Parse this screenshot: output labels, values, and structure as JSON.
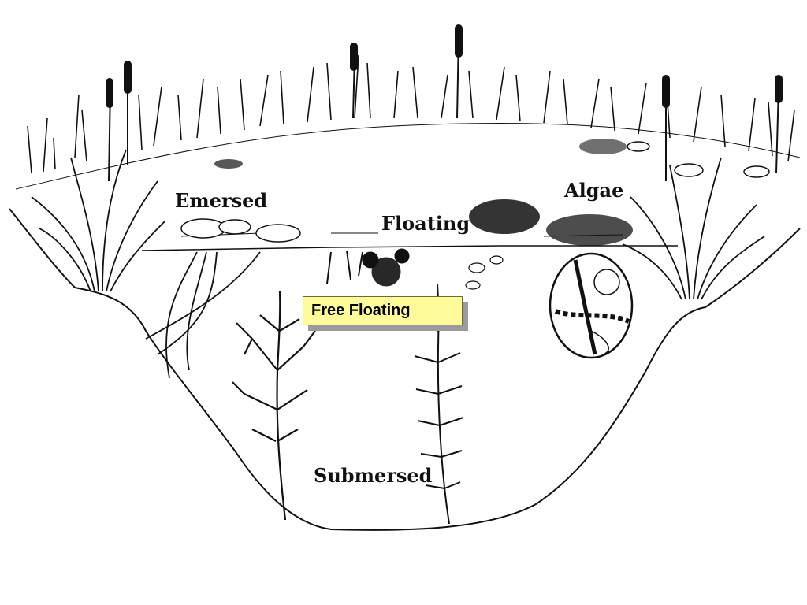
{
  "diagram": {
    "labels": {
      "emersed": "Emersed",
      "floating": "Floating",
      "algae": "Algae",
      "submersed": "Submersed"
    },
    "callout": "Free Floating"
  },
  "colors": {
    "ink": "#111111",
    "callout_fill": "#fdfb9a",
    "callout_shadow": "#9a9a9a"
  }
}
